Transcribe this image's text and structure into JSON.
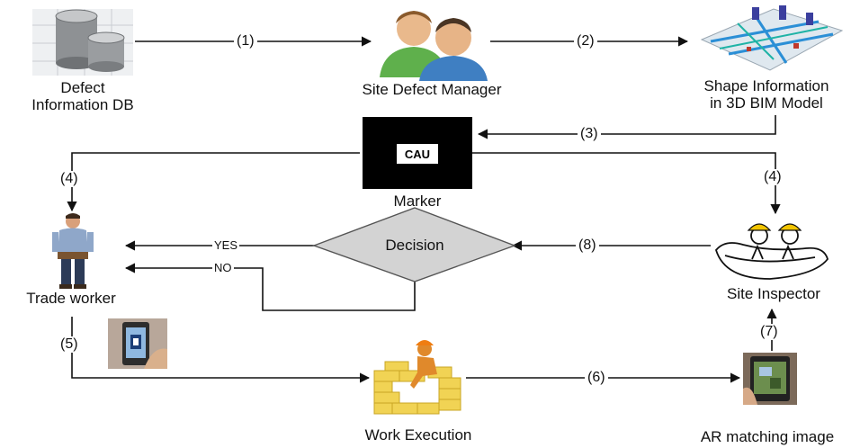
{
  "nodes": {
    "defect_db": "Defect\nInformation DB",
    "site_defect_manager": "Site Defect Manager",
    "shape_info": "Shape Information\nin 3D BIM Model",
    "marker": "Marker",
    "marker_logo": "CAU",
    "trade_worker": "Trade worker",
    "decision": "Decision",
    "site_inspector": "Site Inspector",
    "work_execution": "Work Execution",
    "ar_matching": "AR matching image"
  },
  "steps": {
    "s1": "(1)",
    "s2": "(2)",
    "s3": "(3)",
    "s4_left": "(4)",
    "s4_right": "(4)",
    "s5": "(5)",
    "s6": "(6)",
    "s7": "(7)",
    "s8": "(8)"
  },
  "branches": {
    "yes": "YES",
    "no": "NO"
  },
  "icons": {
    "defect_db": "database-icon",
    "site_defect_manager": "people-icon",
    "shape_info": "bim-model-icon",
    "marker": "ar-marker-icon",
    "trade_worker": "worker-icon",
    "phone": "smartphone-marker-icon",
    "work_execution": "brick-wall-worker-icon",
    "ar_matching": "ar-phone-icon",
    "site_inspector": "inspectors-icon"
  }
}
